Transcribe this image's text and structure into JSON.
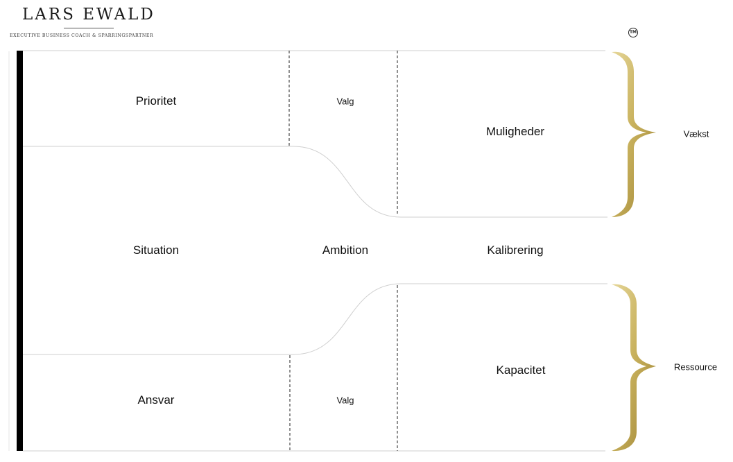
{
  "brand": {
    "name": "LARS EWALD",
    "tagline": "EXECUTIVE BUSINESS COACH & SPARRINGSPARTNER",
    "trademark": "TM"
  },
  "diagram": {
    "prioritet": "Prioritet",
    "valg_top": "Valg",
    "muligheder": "Muligheder",
    "situation": "Situation",
    "ambition": "Ambition",
    "kalibrering": "Kalibrering",
    "ansvar": "Ansvar",
    "valg_bottom": "Valg",
    "kapacitet": "Kapacitet",
    "vaekst": "Vækst",
    "ressource": "Ressource"
  },
  "colors": {
    "gold_light": "#e6d79a",
    "gold_mid": "#c9b25e",
    "gold_dark": "#9c8131",
    "line": "#cfcfcf",
    "dash": "#222222"
  }
}
